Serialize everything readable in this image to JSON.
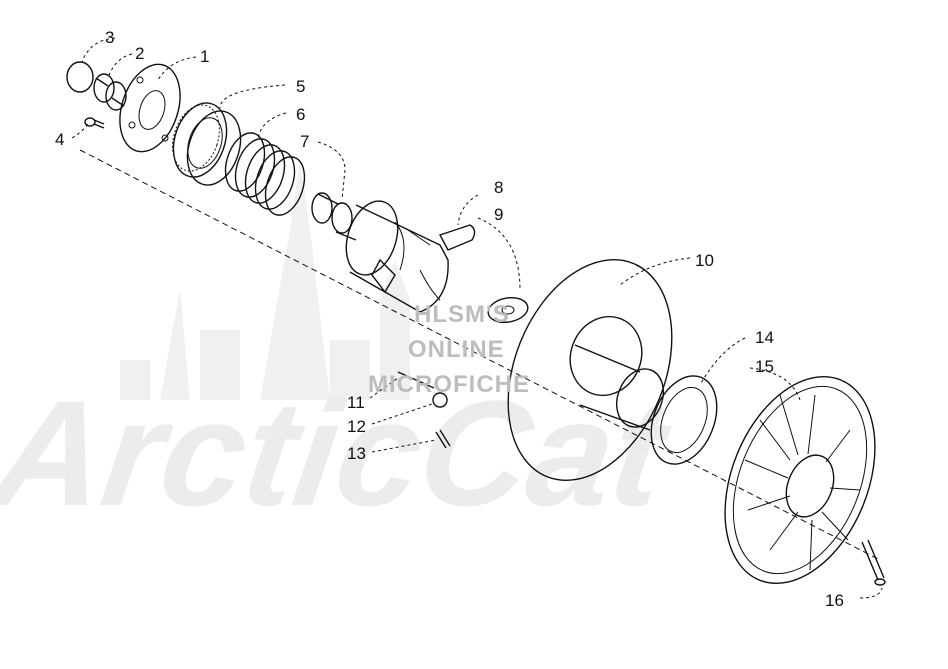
{
  "watermark": {
    "lines": [
      "HLSM'S",
      "ONLINE",
      "MICROFICHE"
    ],
    "logo": "ArcticCat"
  },
  "callouts": [
    {
      "id": "1",
      "text": "1"
    },
    {
      "id": "2",
      "text": "2"
    },
    {
      "id": "3",
      "text": "3"
    },
    {
      "id": "4",
      "text": "4"
    },
    {
      "id": "5",
      "text": "5"
    },
    {
      "id": "6",
      "text": "6"
    },
    {
      "id": "7",
      "text": "7"
    },
    {
      "id": "8",
      "text": "8"
    },
    {
      "id": "9",
      "text": "9"
    },
    {
      "id": "10",
      "text": "10"
    },
    {
      "id": "11",
      "text": "11"
    },
    {
      "id": "12",
      "text": "12"
    },
    {
      "id": "13",
      "text": "13"
    },
    {
      "id": "14",
      "text": "14"
    },
    {
      "id": "15",
      "text": "15"
    },
    {
      "id": "16",
      "text": "16"
    }
  ]
}
